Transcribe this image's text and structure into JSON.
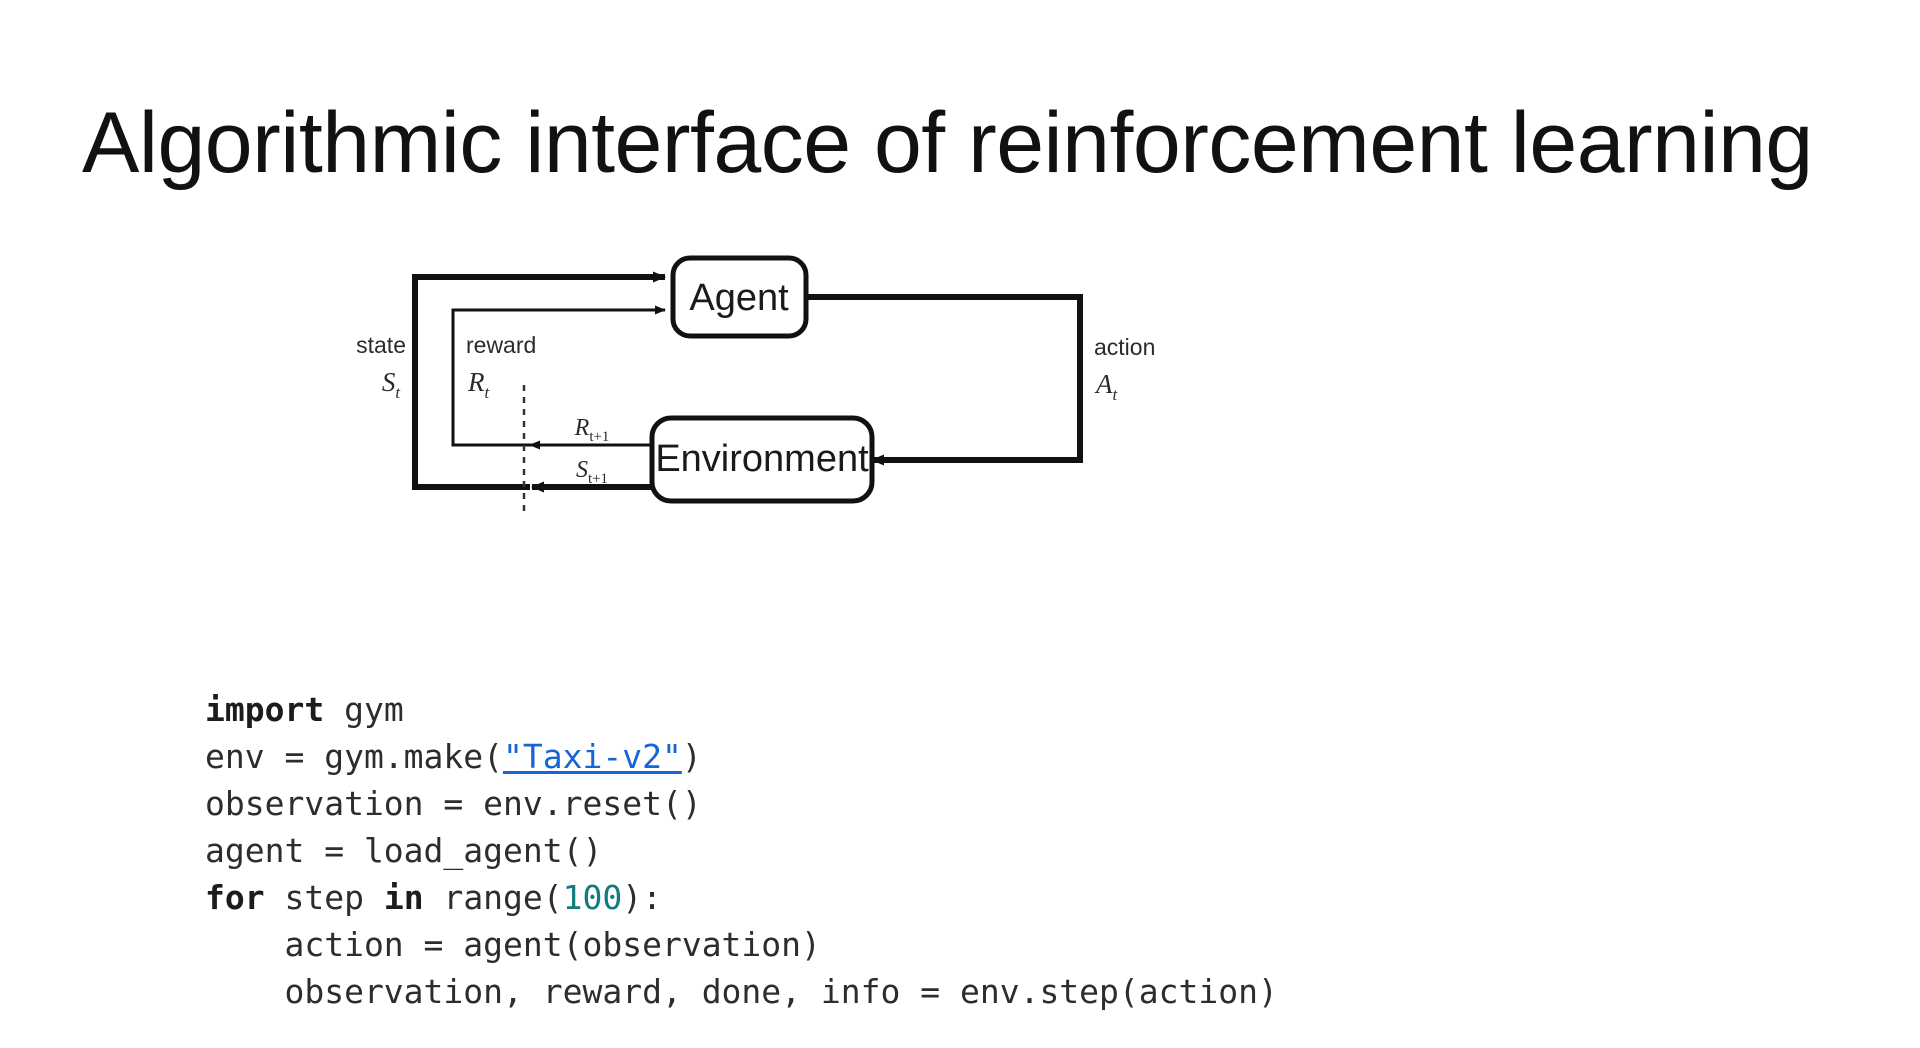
{
  "slide": {
    "title": "Algorithmic interface of reinforcement learning",
    "background_color": "#ffffff"
  },
  "diagram": {
    "name": "agent-environment-interaction-loop",
    "nodes": [
      {
        "id": "agent",
        "label": "Agent"
      },
      {
        "id": "environment",
        "label": "Environment"
      }
    ],
    "edges": [
      {
        "id": "state",
        "word": "state",
        "symbol": "S",
        "subscript": "t"
      },
      {
        "id": "reward",
        "word": "reward",
        "symbol": "R",
        "subscript": "t"
      },
      {
        "id": "action",
        "word": "action",
        "symbol": "A",
        "subscript": "t"
      },
      {
        "id": "next-reward",
        "word": "",
        "symbol": "R",
        "subscript": "t+1"
      },
      {
        "id": "next-state",
        "word": "",
        "symbol": "S",
        "subscript": "t+1"
      }
    ],
    "line_color": "#111111",
    "divider": "dashed-time-boundary"
  },
  "code": {
    "language": "python",
    "link_color": "#1565d8",
    "number_color": "#117c7c",
    "lines": [
      {
        "id": "line-1",
        "tokens": [
          {
            "t": "import",
            "k": "kw"
          },
          {
            "t": " gym",
            "k": "plain"
          }
        ]
      },
      {
        "id": "line-2",
        "tokens": [
          {
            "t": "env = gym.make(",
            "k": "plain"
          },
          {
            "t": "\"Taxi-v2\"",
            "k": "link"
          },
          {
            "t": ")",
            "k": "plain"
          }
        ]
      },
      {
        "id": "line-3",
        "tokens": [
          {
            "t": "observation = env.reset()",
            "k": "plain"
          }
        ]
      },
      {
        "id": "line-4",
        "tokens": [
          {
            "t": "agent = load_agent()",
            "k": "plain"
          }
        ]
      },
      {
        "id": "line-5",
        "tokens": [
          {
            "t": "for",
            "k": "kw"
          },
          {
            "t": " step ",
            "k": "plain"
          },
          {
            "t": "in",
            "k": "kw"
          },
          {
            "t": " range(",
            "k": "plain"
          },
          {
            "t": "100",
            "k": "num"
          },
          {
            "t": "):",
            "k": "plain"
          }
        ]
      },
      {
        "id": "line-6",
        "tokens": [
          {
            "t": "    action = agent(observation)",
            "k": "plain"
          }
        ]
      },
      {
        "id": "line-7",
        "tokens": [
          {
            "t": "    observation, reward, done, info = env.step(action)",
            "k": "plain"
          }
        ]
      }
    ]
  }
}
